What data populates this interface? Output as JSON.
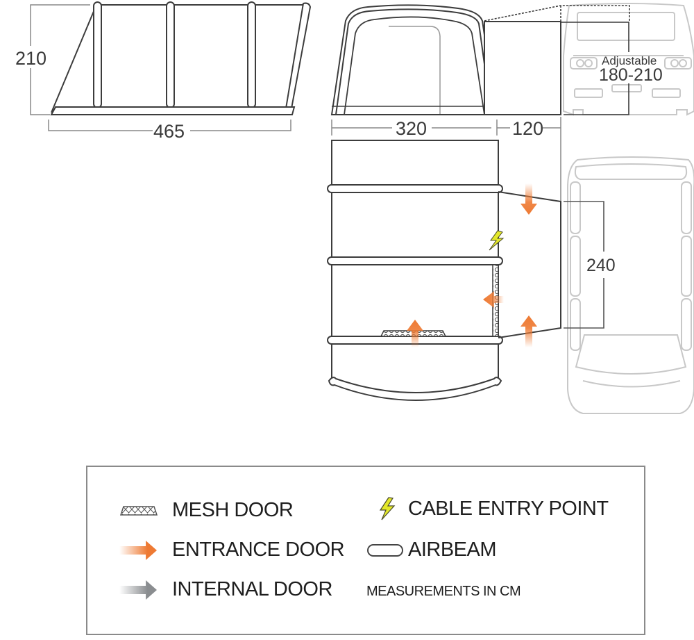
{
  "side_view": {
    "height_label": "210",
    "length_label": "465"
  },
  "front_view": {
    "awning_width_label": "320",
    "connector_width_label": "120",
    "adjustable_label": "Adjustable",
    "adjustable_range_label": "180-210"
  },
  "plan_view": {
    "connector_depth_label": "240"
  },
  "legend": {
    "items": [
      {
        "icon": "mesh-door-icon",
        "label": "MESH DOOR"
      },
      {
        "icon": "entrance-door-arrow-icon",
        "label": "ENTRANCE DOOR"
      },
      {
        "icon": "internal-door-arrow-icon",
        "label": "INTERNAL DOOR"
      },
      {
        "icon": "cable-entry-lightning-icon",
        "label": "CABLE ENTRY POINT"
      },
      {
        "icon": "airbeam-icon",
        "label": "AIRBEAM"
      },
      {
        "icon": null,
        "label": "MEASUREMENTS IN CM"
      }
    ]
  },
  "colors": {
    "line": "#3c3c3c",
    "vehicle_outline": "#c8c8c8",
    "entrance_arrow": "#ee7a33",
    "internal_arrow": "#8a8d90",
    "cable_entry": "#e3e82a",
    "legend_border": "#8a8a8a"
  }
}
